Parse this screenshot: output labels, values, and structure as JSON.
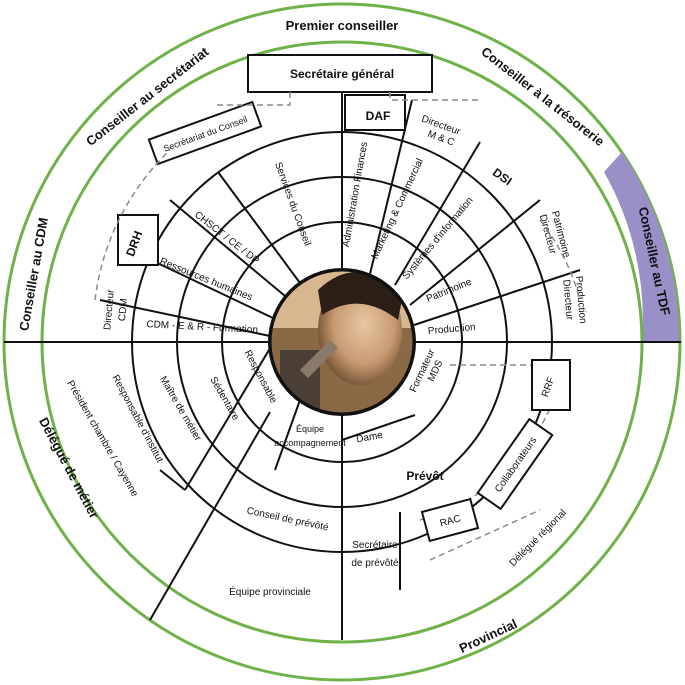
{
  "colors": {
    "green": "#6fb24a",
    "accent": "#9b8fc7",
    "line": "#111111",
    "dash": "#8a8a8a"
  },
  "outer_ring": {
    "premier": "Premier conseiller",
    "secretariat": "Conseiller au secrétariat",
    "tresorerie": "Conseiller à la trésorerie",
    "tdf": "Conseiller au TDF",
    "cdm": "Conseiller au CDM",
    "delegue_metier": "Délégué de métier",
    "provincial": "Provincial"
  },
  "sectors": {
    "secretaire_general": "Secrétaire général",
    "secretariat_conseil": "Secrétariat du Conseil",
    "services_conseil": "Services du Conseil",
    "chsct": "CHSCT / CE / DP",
    "drh": "DRH",
    "ressources_humaines": "Ressources humaines",
    "directeur_cdm_1": "Directeur",
    "directeur_cdm_2": "CDM",
    "cdm_formation": "CDM - E & R - Formation",
    "daf": "DAF",
    "admin_finances": "Administration Finances",
    "directeur_mc_1": "Directeur",
    "directeur_mc_2": "M & C",
    "marketing": "Marketing & Commercial",
    "dsi": "DSI",
    "systemes": "Systèmes d'information",
    "directeur_patrimoine_1": "Directeur",
    "directeur_patrimoine_2": "Patrimoine",
    "patrimoine": "Patrimoine",
    "directeur_production_1": "Directeur",
    "directeur_production_2": "Production",
    "production": "Production",
    "formateur_1": "Formateur",
    "formateur_2": "MDS",
    "rrf": "RRF",
    "collaborateurs": "Collaborateurs",
    "rac": "RAC",
    "delegue_regional": "Délégué régional",
    "prevot": "Prévôt",
    "dame": "Dame",
    "secretaire_prevote_1": "Secrétaire",
    "secretaire_prevote_2": "de prévôté",
    "equipe_accomp_1": "Équipe",
    "equipe_accomp_2": "accompagnement",
    "conseil_prevote": "Conseil de prévôté",
    "equipe_provinciale": "Équipe provinciale",
    "responsable": "Responsable",
    "sedentaire": "Sédentaire",
    "maitre_metier": "Maître de métier",
    "responsable_institut": "Responsable d'institut",
    "president_chambre": "Président chambre / Cayenne"
  }
}
